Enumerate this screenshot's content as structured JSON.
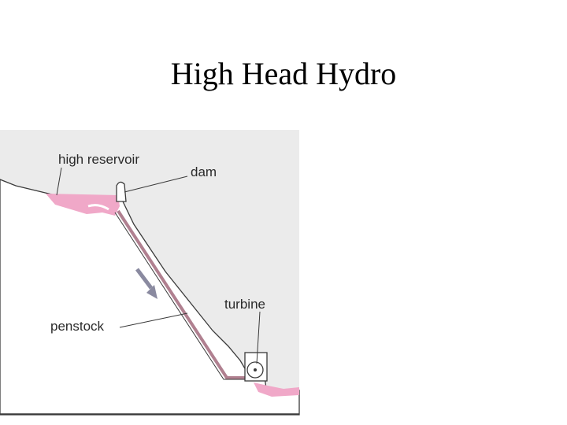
{
  "slide": {
    "title": "High Head Hydro"
  },
  "diagram": {
    "labels": {
      "high_reservoir": "high reservoir",
      "dam": "dam",
      "penstock": "penstock",
      "turbine": "turbine"
    },
    "colors": {
      "water": "#f0a8c8",
      "ground_fill": "#ffffff",
      "panel": "#ebebeb",
      "outline": "#3a3a3a",
      "penstock": "#b08090",
      "flow_arrow": "#8a8aa0"
    }
  }
}
